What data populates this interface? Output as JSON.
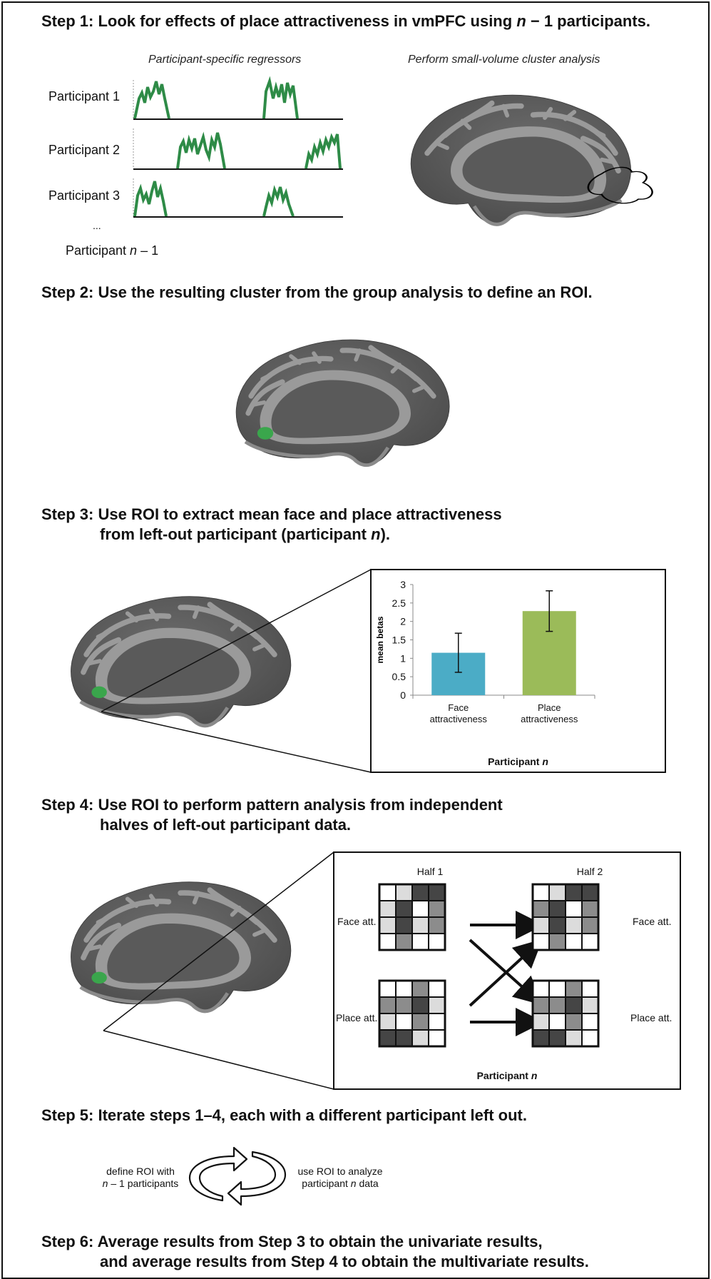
{
  "steps": {
    "s1": {
      "num": "Step 1:",
      "text_a": "Look for effects of place attractiveness in vmPFC using ",
      "var": "n",
      "text_b": " − 1 participants."
    },
    "s2": {
      "num": "Step 2:",
      "text": "Use the resulting cluster from the group analysis to define an ROI."
    },
    "s3": {
      "num": "Step 3:",
      "line1": "Use ROI to extract mean face and place attractiveness",
      "line2a": "from left-out participant (participant ",
      "var": "n",
      "line2b": ")."
    },
    "s4": {
      "num": "Step 4:",
      "line1": "Use ROI to perform pattern analysis from independent",
      "line2": "halves of left-out participant data."
    },
    "s5": {
      "num": "Step 5:",
      "text": "Iterate steps 1–4, each with a different participant left out."
    },
    "s6": {
      "num": "Step 6:",
      "line1": "Average results from Step 3 to obtain the univariate results,",
      "line2": "and average results from Step 4 to obtain the multivariate results."
    }
  },
  "step1": {
    "caption_left": "Participant-specific regressors",
    "caption_right": "Perform small-volume cluster analysis",
    "participants": [
      "Participant 1",
      "Participant 2",
      "Participant 3"
    ],
    "ellipsis": "...",
    "last_a": "Participant ",
    "last_var": "n",
    "last_b": " – 1"
  },
  "chart_data": {
    "type": "bar",
    "categories": [
      "Face attractiveness",
      "Place attractiveness"
    ],
    "category_lines": [
      [
        "Face",
        "attractiveness"
      ],
      [
        "Place",
        "attractiveness"
      ]
    ],
    "values": [
      1.15,
      2.28
    ],
    "errors": [
      0.53,
      0.55
    ],
    "colors": [
      "#4bacc6",
      "#9bbb59"
    ],
    "ylabel": "mean betas",
    "ylim": [
      0,
      3
    ],
    "yticks": [
      "0",
      "0.5",
      "1",
      "1.5",
      "2",
      "2.5",
      "3"
    ],
    "xlabel_a": "Participant ",
    "xlabel_var": "n"
  },
  "step4_panel": {
    "half1": "Half 1",
    "half2": "Half 2",
    "face_left": "Face att.",
    "face_right": "Face att.",
    "place_left": "Place att.",
    "place_right": "Place att.",
    "footer_a": "Participant ",
    "footer_var": "n",
    "matrices": {
      "face_h1": [
        [
          0,
          1,
          3,
          3
        ],
        [
          1,
          3,
          0,
          2
        ],
        [
          1,
          3,
          1,
          2
        ],
        [
          0,
          2,
          0,
          0
        ]
      ],
      "face_h2": [
        [
          0,
          1,
          3,
          3
        ],
        [
          2,
          3,
          0,
          2
        ],
        [
          1,
          3,
          1,
          2
        ],
        [
          0,
          2,
          0,
          0
        ]
      ],
      "place_h1": [
        [
          0,
          0,
          2,
          0
        ],
        [
          2,
          2,
          3,
          1
        ],
        [
          1,
          0,
          2,
          0
        ],
        [
          3,
          3,
          1,
          0
        ]
      ],
      "place_h2": [
        [
          0,
          0,
          2,
          0
        ],
        [
          2,
          2,
          3,
          1
        ],
        [
          1,
          0,
          2,
          0
        ],
        [
          3,
          3,
          1,
          0
        ]
      ]
    },
    "shades": [
      "#ffffff",
      "#dcdcdc",
      "#8c8c8c",
      "#454545"
    ]
  },
  "step5": {
    "left_line1": "define ROI with",
    "left_line2_var": "n",
    "left_line2_b": " – 1 participants",
    "right_line1": "use ROI to analyze",
    "right_line2_a": "participant ",
    "right_line2_var": "n",
    "right_line2_b": " data"
  },
  "colors": {
    "regressor": "#2e8b47",
    "roi": "#3aa64c",
    "brain_dark": "#5e5e5e",
    "brain_light": "#9a9a9a"
  }
}
